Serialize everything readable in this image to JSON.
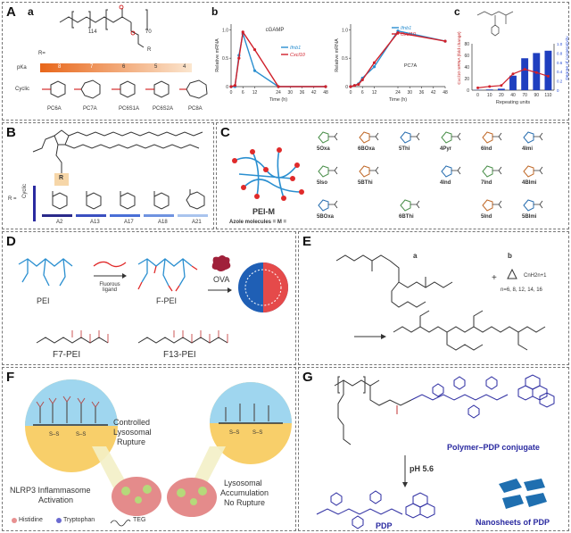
{
  "panelA": {
    "label": "A",
    "sub_a": "a",
    "sub_b": "b",
    "sub_c": "c",
    "polymer_n1": "114",
    "polymer_n2": "70",
    "polymer_R": "R",
    "r_eq": "R=",
    "pka_label": "pKa",
    "pka_ticks": [
      "8",
      "7",
      "6",
      "5",
      "4"
    ],
    "cyclic_label": "Cyclic",
    "amines": [
      "PC6A",
      "PC7A",
      "PC6S1A",
      "PC6S2A",
      "PC8A"
    ],
    "pka_gradient": [
      "#e8661a",
      "#fbe6cf"
    ]
  },
  "chart_b1": {
    "type": "line",
    "title": "cGAMP",
    "xlabel": "Time (h)",
    "ylabel": "Relative mRNA",
    "x_ticks": [
      "0",
      "6",
      "12",
      "24",
      "30",
      "36",
      "42",
      "48"
    ],
    "y_ticks": [
      "0",
      "0.5",
      "1.0"
    ],
    "xlim": [
      0,
      48
    ],
    "ylim": [
      0,
      1.1
    ],
    "legend_position": "right",
    "series": [
      {
        "name": "Ifnb1",
        "color": "#2a8fd0",
        "x": [
          0,
          2,
          4,
          6,
          12,
          24,
          48
        ],
        "y": [
          0,
          0.0,
          0.55,
          0.93,
          0.28,
          0.0,
          0.0
        ]
      },
      {
        "name": "Cxcl10",
        "color": "#d0202a",
        "x": [
          0,
          2,
          4,
          6,
          12,
          24,
          48
        ],
        "y": [
          0,
          0.02,
          0.5,
          0.96,
          0.65,
          0.0,
          0.0
        ]
      }
    ]
  },
  "chart_b2": {
    "type": "line",
    "title": "",
    "xlabel": "Time (h)",
    "ylabel": "Relative mRNA",
    "x_ticks": [
      "0",
      "6",
      "12",
      "24",
      "30",
      "36",
      "42",
      "48"
    ],
    "y_ticks": [
      "0",
      "0.5",
      "1.0"
    ],
    "xlim": [
      0,
      48
    ],
    "ylim": [
      0,
      1.1
    ],
    "annotation": "PC7A",
    "legend_position": "top-center",
    "series": [
      {
        "name": "Ifnb1",
        "color": "#2a8fd0",
        "x": [
          0,
          2,
          4,
          6,
          12,
          24,
          48
        ],
        "y": [
          0.0,
          0.02,
          0.05,
          0.15,
          0.35,
          0.98,
          0.8
        ]
      },
      {
        "name": "Cxcl10",
        "color": "#d0202a",
        "x": [
          0,
          2,
          4,
          6,
          12,
          24,
          48
        ],
        "y": [
          0.0,
          0.02,
          0.04,
          0.12,
          0.42,
          0.95,
          0.8
        ]
      }
    ]
  },
  "chart_c": {
    "type": "bar",
    "xlabel": "Repeating units",
    "ylabel": "Cxcl10 mRNA (fold change)",
    "y2label": "Degree of cooperativity",
    "categories": [
      "0",
      "10",
      "20",
      "40",
      "70",
      "90",
      "110"
    ],
    "values": [
      0.5,
      1.2,
      2.5,
      25,
      55,
      64,
      68
    ],
    "y_ticks": [
      "0",
      "20",
      "40",
      "60",
      "80"
    ],
    "y2_ticks": [
      "0",
      "0.2",
      "0.4",
      "0.6",
      "0.8",
      "1.0"
    ],
    "ylim": [
      0,
      80
    ],
    "line_values": [
      0.05,
      0.08,
      0.1,
      0.35,
      0.45,
      0.38,
      0.3
    ],
    "bar_color": "#1f3fbf",
    "line_color": "#d0202a"
  },
  "panelB": {
    "label": "B",
    "r_eq": "R =",
    "cyclic_label": "Cyclic",
    "amines": [
      "A2",
      "A13",
      "A17",
      "A18",
      "A21"
    ],
    "amine_colors": [
      "#2a2a8a",
      "#3a4fc0",
      "#4a6fd6",
      "#6f93e0",
      "#a9c4ee"
    ]
  },
  "panelC": {
    "label": "C",
    "pei_label": "PEI-M",
    "azole_label": "Azole molecules = M =",
    "azoles": [
      "5Oxa",
      "6BOxa",
      "5Thi",
      "4Pyr",
      "6Ind",
      "4Imi",
      "5Iso",
      "5BThi",
      "4Ind",
      "7Ind",
      "4BImi",
      "5BOxa",
      "6BThi",
      "5Ind",
      "5BImi"
    ]
  },
  "panelD": {
    "label": "D",
    "pei": "PEI",
    "fluorous": "Fluorous ligand",
    "fpei": "F-PEI",
    "ova": "OVA",
    "f7": "F7-PEI",
    "f13": "F13-PEI"
  },
  "panelE": {
    "label": "E",
    "a": "a",
    "b": "b",
    "plus": "+",
    "chain": "CnH2n+1",
    "n_values": "n=6, 8, 12, 14, 16"
  },
  "panelF": {
    "label": "F",
    "controlled": "Controlled",
    "lysosomal": "Lysosomal",
    "rupture": "Rupture",
    "nlrp3": "NLRP3 Inflammasome",
    "activation": "Activation",
    "accum1": "Lysosomal",
    "accum2": "Accumulation",
    "accum3": "No Rupture",
    "histidine": "Histidine",
    "tryptophan": "Tryptophan",
    "teg": "TEG"
  },
  "panelG": {
    "label": "G",
    "conjugate": "Polymer–PDP conjugate",
    "ph": "pH 5.6",
    "pdp": "PDP",
    "nanosheets": "Nanosheets of PDP",
    "blue": "#2a2aa0",
    "accent": "#1f6fb0"
  }
}
